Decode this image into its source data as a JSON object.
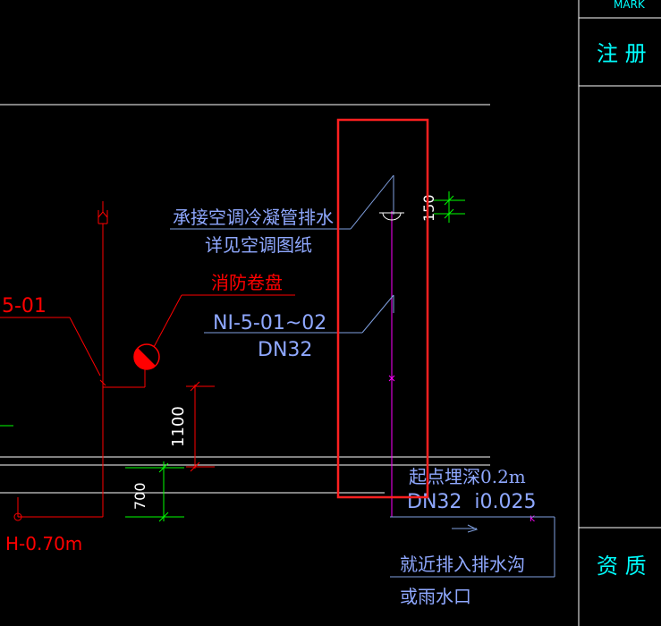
{
  "title_block": {
    "mark_label": "MARK",
    "registration_label": "注 册",
    "qualification_label": "资 质"
  },
  "annotations": {
    "condensate_line1": "承接空调冷凝管排水",
    "condensate_line2": "详见空调图纸",
    "fire_hose_reel": "消防卷盘",
    "riser_id_left": "5-01",
    "riser_id_range": "NI-5-01~02",
    "riser_size": "DN32",
    "start_depth": "起点埋深0.2m",
    "pipe_slope": "DN32  i0.025",
    "discharge_line1": "就近排入排水沟",
    "discharge_line2": "或雨水口",
    "elevation": "H-0.70m",
    "dim_150": "150",
    "dim_1100": "1100",
    "dim_700": "700",
    "pipe_marker": "K"
  },
  "colors": {
    "background": "#000000",
    "cyan": "#00ffff",
    "red": "#ff0000",
    "white": "#ffffff",
    "green": "#00ff00",
    "blue_label": "#8fa8ff",
    "magenta": "#ff00ff",
    "slate": "#7f9fdf",
    "highlight_box": "#ff2020"
  }
}
